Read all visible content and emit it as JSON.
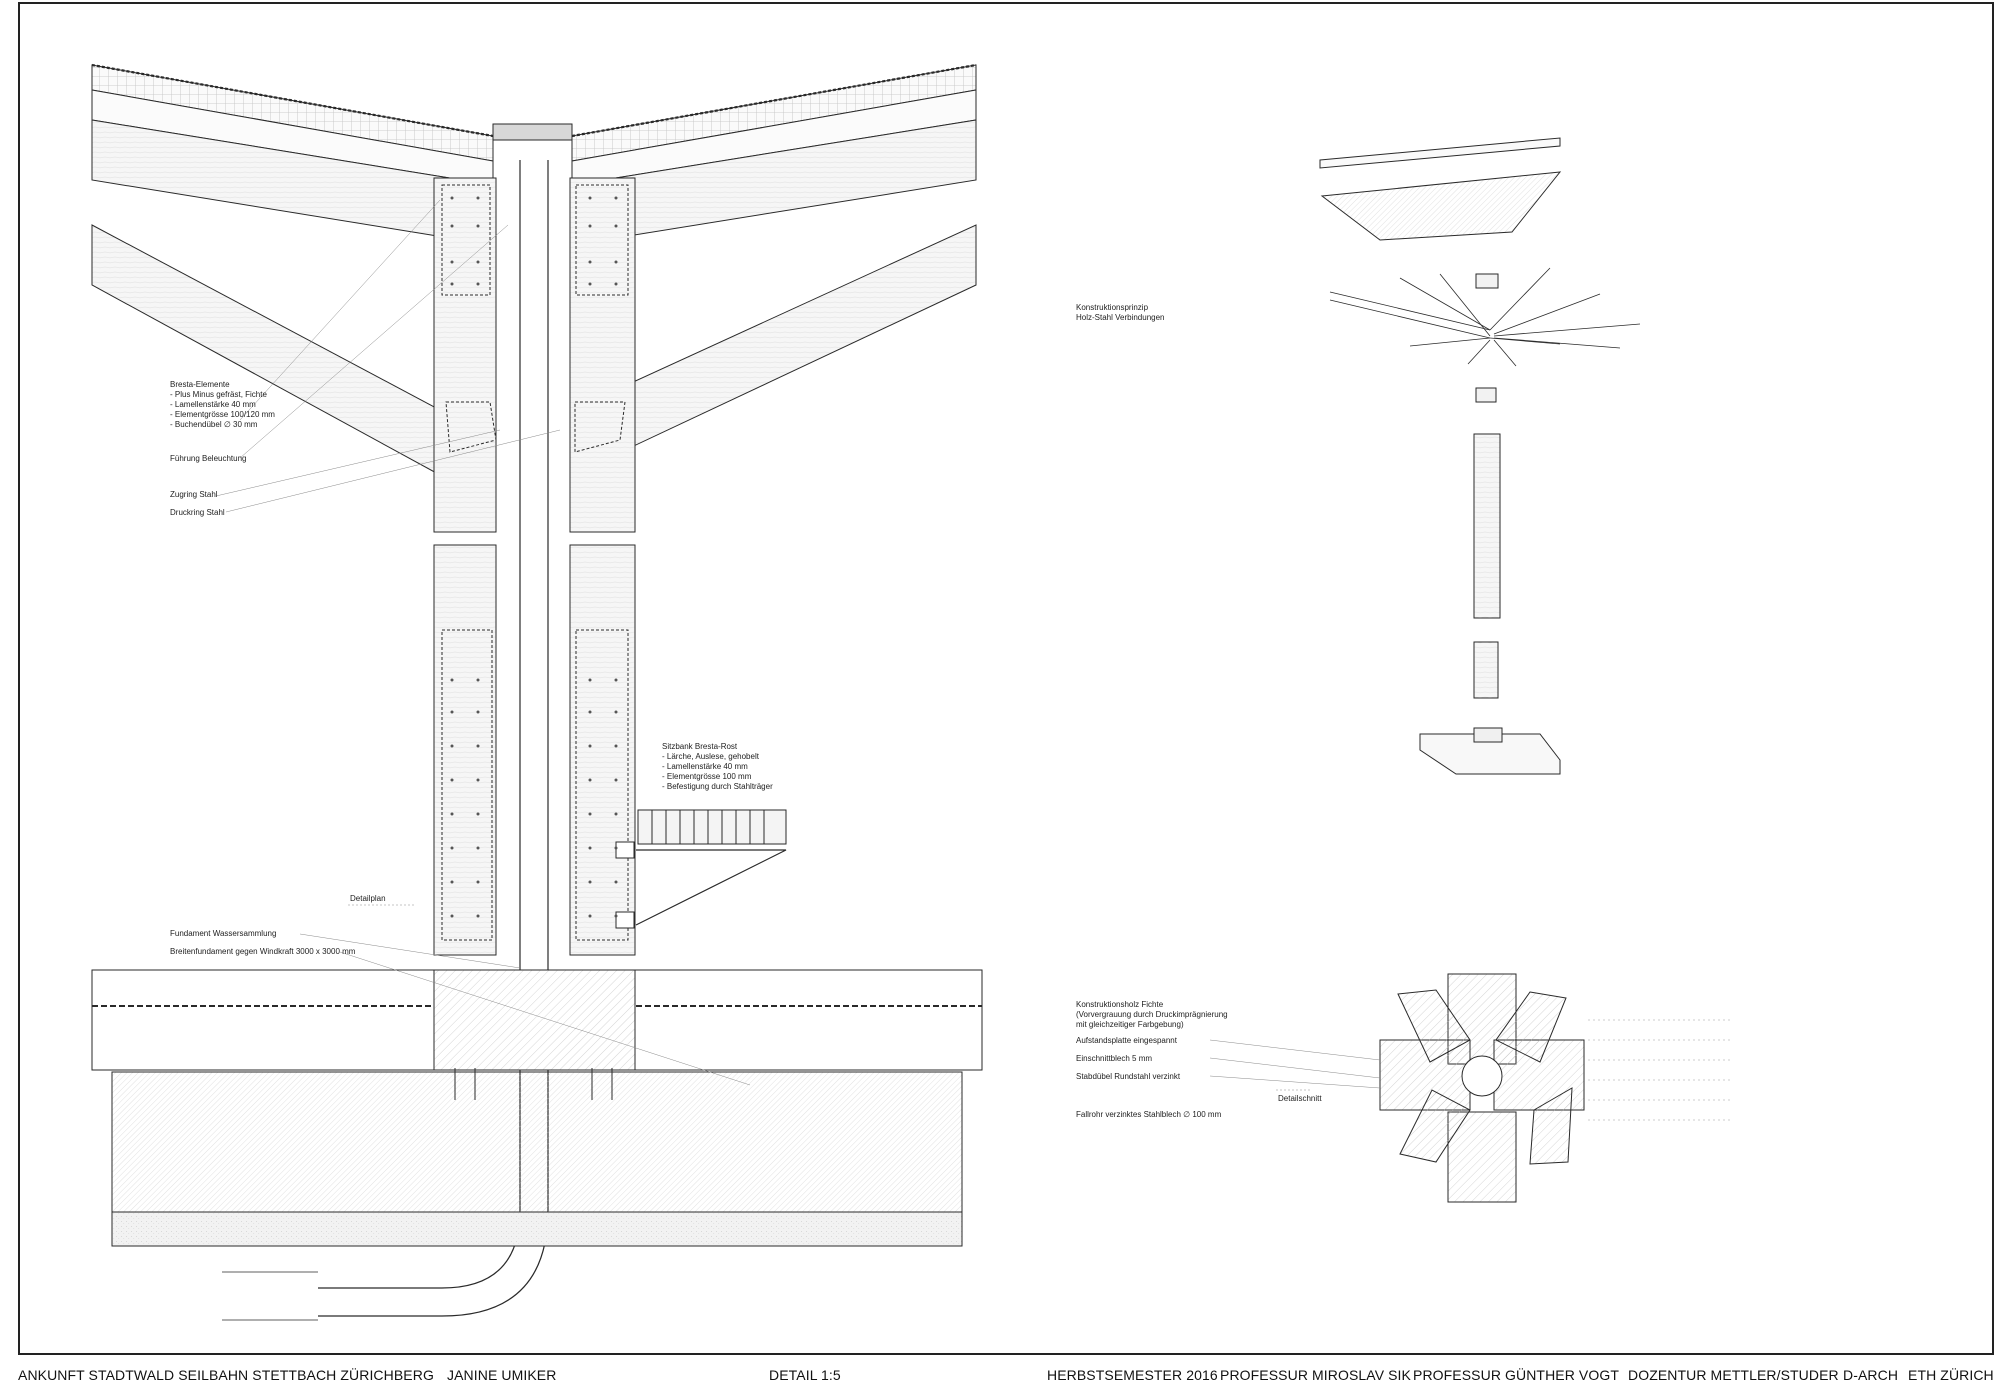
{
  "colors": {
    "line": "#2a2a2a",
    "hatch": "#9a9a9a",
    "fill_light": "#f4f4f4",
    "fill_mid": "#e6e6e6"
  },
  "section_labels": {
    "bresta_title": "Bresta-Elemente",
    "bresta_lines": [
      "- Plus Minus gefräst, Fichte",
      "- Lamellenstärke 40 mm",
      "- Elementgrösse 100/120 mm",
      "- Buchendübel ∅ 30 mm"
    ],
    "fuehrung": "Führung Beleuchtung",
    "zugring": "Zugring Stahl",
    "druckring": "Druckring Stahl",
    "sitzbank_title": "Sitzbank Bresta-Rost",
    "sitzbank_lines": [
      "- Lärche, Auslese, gehobelt",
      "- Lamellenstärke 40 mm",
      "- Elementgrösse 100 mm",
      "- Befestigung durch Stahlträger"
    ],
    "detailplan": "Detailplan",
    "fundament_wasser": "Fundament Wassersammlung",
    "breitenfundament": "Breitenfundament gegen Windkraft 3000 x 3000 mm"
  },
  "axo_labels": {
    "konstruktionsprinzip": [
      "Konstruktionsprinzip",
      "Holz-Stahl Verbindungen"
    ]
  },
  "plan_labels": {
    "konstruktionsholz": [
      "Konstruktionsholz Fichte",
      "(Vorvergrauung durch Druckimprägnierung",
      "mit gleichzeitiger Farbgebung)"
    ],
    "aufstandsplatte": "Aufstandsplatte eingespannt",
    "einschnittblech": "Einschnittblech 5 mm",
    "stabduebel": "Stabdübel Rundstahl verzinkt",
    "detailschnitt": "Detailschnitt",
    "fallrohr": "Fallrohr verzinktes Stahlblech ∅ 100 mm"
  },
  "footer": {
    "project": "ANKUNFT STADTWALD SEILBAHN STETTBACH ZÜRICHBERG",
    "author": "JANINE UMIKER",
    "detail": "DETAIL 1:5",
    "semester": "HERBSTSEMESTER 2016",
    "prof1": "PROFESSUR MIROSLAV SIK",
    "prof2": "PROFESSUR GÜNTHER VOGT",
    "dozentur": "DOZENTUR METTLER/STUDER",
    "darch": "D-ARCH",
    "eth": "ETH ZÜRICH"
  }
}
